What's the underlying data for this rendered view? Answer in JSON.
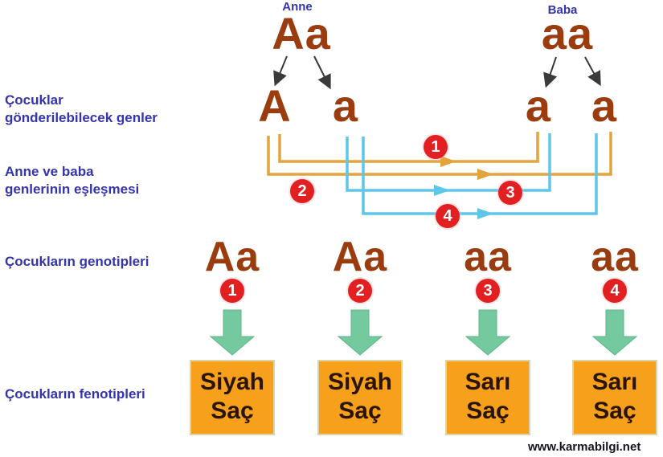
{
  "parents": {
    "mother": {
      "label": "Anne",
      "genotype": "Aa",
      "alleles": [
        "A",
        "a"
      ]
    },
    "father": {
      "label": "Baba",
      "genotype": "aa",
      "alleles": [
        "a",
        "a"
      ]
    }
  },
  "side_labels": {
    "genes_to_children": [
      "Çocuklar",
      "gönderilebilecek genler"
    ],
    "gene_matching": [
      "Anne ve baba",
      "genlerinin eşleşmesi"
    ],
    "child_genotypes": "Çocukların genotipleri",
    "child_phenotypes": "Çocukların fenotipleri"
  },
  "matings": [
    {
      "number": "1",
      "line_color": "#e2a43c"
    },
    {
      "number": "2",
      "line_color": "#e2a43c"
    },
    {
      "number": "3",
      "line_color": "#5ec6e8"
    },
    {
      "number": "4",
      "line_color": "#5ec6e8"
    }
  ],
  "children": [
    {
      "number": "1",
      "genotype": "Aa",
      "phenotype": [
        "Siyah",
        "Saç"
      ]
    },
    {
      "number": "2",
      "genotype": "Aa",
      "phenotype": [
        "Siyah",
        "Saç"
      ]
    },
    {
      "number": "3",
      "genotype": "aa",
      "phenotype": [
        "Sarı",
        "Saç"
      ]
    },
    {
      "number": "4",
      "genotype": "aa",
      "phenotype": [
        "Sarı",
        "Saç"
      ]
    }
  ],
  "watermark": "www.karmabilgi.net",
  "colors": {
    "allele-brown": "#9a3c0e",
    "label-blue": "#3434ad",
    "line-orange": "#e2a43c",
    "line-cyan": "#5ec6e8",
    "badge-red": "#e32021",
    "arrow-green": "#75c99e",
    "arrow-dark": "#3a3a3a",
    "box-orange": "#f7a01b",
    "box-text": "#2a1505",
    "watermark-dark": "#15151f"
  }
}
